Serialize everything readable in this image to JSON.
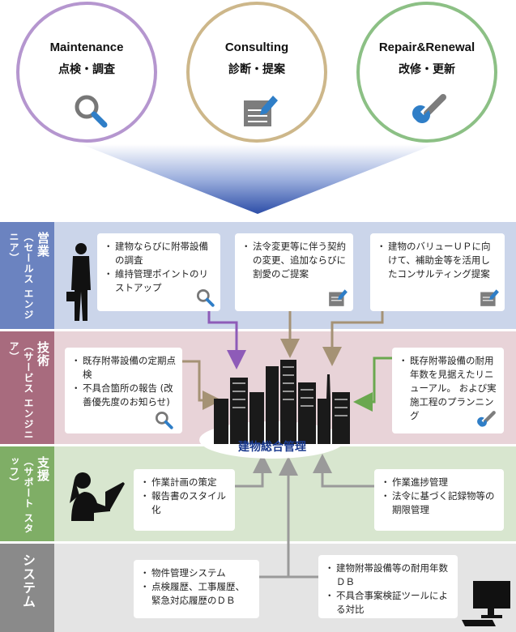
{
  "services": [
    {
      "en": "Maintenance",
      "jp": "点検・調査",
      "icon": "magnifier-icon",
      "border": "#b596cf"
    },
    {
      "en": "Consulting",
      "jp": "診断・提案",
      "icon": "document-pen-icon",
      "border": "#cdb78a"
    },
    {
      "en": "Repair&Renewal",
      "jp": "改修・更新",
      "icon": "wrench-icon",
      "border": "#8cc085"
    }
  ],
  "bands": [
    {
      "head": "営業",
      "sub": "（セールス エンジニア）",
      "color": "#6b83c0",
      "bg": "#cbd5ea",
      "boxes": [
        {
          "items": [
            "建物ならびに附帯設備の調査",
            "維持管理ポイントのリストアップ"
          ],
          "icon": "magnifier-icon"
        },
        {
          "items": [
            "法令変更等に伴う契約の変更、追加ならびに割愛のご提案"
          ],
          "icon": "document-pen-icon"
        },
        {
          "items": [
            "建物のバリューＵＰに向けて、補助金等を活用したコンサルティング提案"
          ],
          "icon": "document-pen-icon"
        }
      ]
    },
    {
      "head": "技術",
      "sub": "（サービス エンジニア）",
      "color": "#a86b7e",
      "bg": "#e8d3d8",
      "boxes": [
        {
          "items": [
            "既存附帯設備の定期点検",
            "不具合箇所の報告 (改善優先度のお知らせ)"
          ],
          "icon": "magnifier-icon"
        },
        {
          "items": [
            "既存附帯設備の耐用年数を見据えたリニューアル。 および実施工程のプランニング"
          ],
          "icon": "wrench-icon"
        }
      ]
    },
    {
      "head": "支援",
      "sub": "（サポート スタッフ）",
      "color": "#7fae66",
      "bg": "#d8e6cf",
      "boxes": [
        {
          "items": [
            "作業計画の策定",
            "報告書のスタイル化"
          ]
        },
        {
          "items": [
            "作業進捗管理",
            "法令に基づく記録物等の期限管理"
          ]
        }
      ]
    },
    {
      "head": "システム",
      "sub": "",
      "color": "#8a8a8a",
      "bg": "#e4e4e4",
      "boxes": [
        {
          "items": [
            "物件管理システム",
            "点検履歴、工事履歴、緊急対応履歴のＤＢ"
          ]
        },
        {
          "items": [
            "建物附帯設備等の耐用年数ＤＢ",
            "不具合事案検証ツールによる対比"
          ]
        }
      ]
    }
  ],
  "center": {
    "label": "建物総合管理"
  }
}
